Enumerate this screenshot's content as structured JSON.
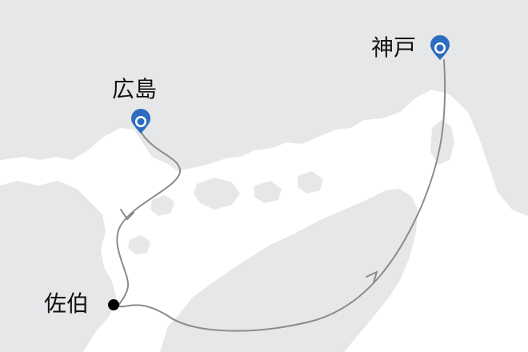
{
  "map": {
    "land_color": "#e6e7e9",
    "sea_color": "#ffffff",
    "route_color": "#8b8b8b",
    "pin_color": "#2d6cc0",
    "start_dot_color": "#000000"
  },
  "places": {
    "hiroshima": {
      "name": "広島",
      "marker": "map-pin-icon"
    },
    "kobe": {
      "name": "神戸",
      "marker": "map-pin-icon"
    },
    "saiki": {
      "name": "佐伯",
      "marker": "dot-marker"
    }
  },
  "route": {
    "segments": [
      {
        "from": "広島",
        "to": "佐伯",
        "direction": "arrow"
      },
      {
        "from": "佐伯",
        "to": "神戸",
        "direction": "arrow"
      }
    ]
  }
}
